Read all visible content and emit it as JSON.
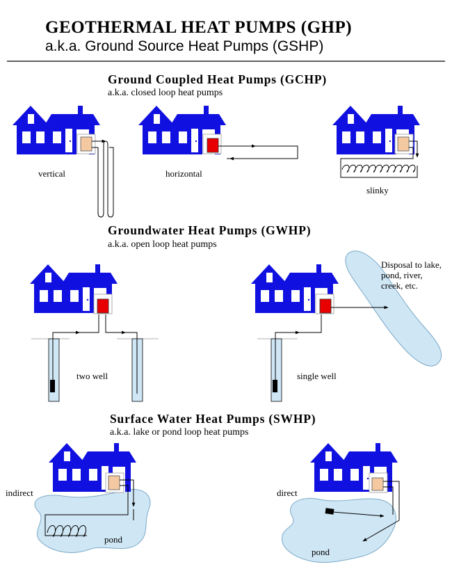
{
  "header": {
    "title": "GEOTHERMAL HEAT PUMPS (GHP)",
    "subtitle": "a.k.a. Ground Source Heat Pumps (GSHP)"
  },
  "gchp": {
    "title": "Ground Coupled Heat Pumps (GCHP)",
    "subtitle": "a.k.a. closed loop heat pumps",
    "labels": {
      "vertical": "vertical",
      "horizontal": "horizontal",
      "slinky": "slinky"
    }
  },
  "gwhp": {
    "title": "Groundwater Heat Pumps (GWHP)",
    "subtitle": "a.k.a. open loop heat pumps",
    "labels": {
      "two_well": "two well",
      "single_well": "single well",
      "disposal_lines": [
        "Disposal to lake,",
        "pond, river,",
        "creek, etc."
      ]
    }
  },
  "swhp": {
    "title": "Surface Water Heat Pumps (SWHP)",
    "subtitle": "a.k.a. lake or pond loop heat pumps",
    "labels": {
      "indirect": "indirect",
      "direct": "direct",
      "pond_left": "pond",
      "pond_right": "pond"
    }
  },
  "colors": {
    "house": "#1010e0",
    "heat_pump_tan": "#f4c8a0",
    "heat_pump_red": "#e80000",
    "water": "#cfe6f5",
    "water_stroke": "#7aa9c6",
    "line": "#000000"
  }
}
